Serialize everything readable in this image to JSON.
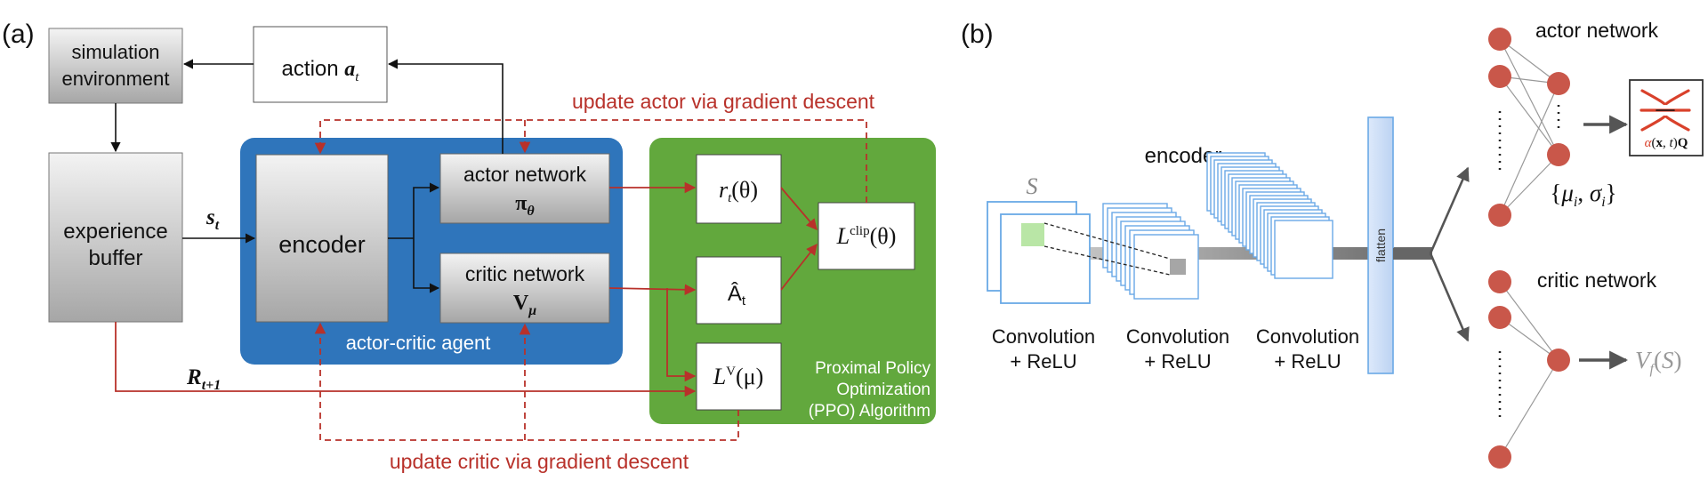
{
  "panel_a": {
    "label": "(a)",
    "sim_env": [
      "simulation",
      "environment"
    ],
    "action": {
      "word": "action",
      "symbol": "a",
      "sub": "t"
    },
    "experience": [
      "experience",
      "buffer"
    ],
    "encoder": "encoder",
    "actor": {
      "title": "actor network",
      "symbol": "π",
      "sub": "θ"
    },
    "critic": {
      "title": "critic network",
      "symbol": "V",
      "sub": "μ"
    },
    "agent_label": "actor-critic agent",
    "state": {
      "symbol": "s",
      "sub": "t"
    },
    "reward": {
      "symbol": "R",
      "sub": "t+1"
    },
    "ratio": {
      "symbol": "r",
      "sub": "t",
      "arg": "(θ)"
    },
    "advantage": {
      "symbol": "Â",
      "sub": "t"
    },
    "lclip": {
      "symbol": "L",
      "sup": "clip",
      "arg": "(θ)"
    },
    "lv": {
      "symbol": "L",
      "sup": "V",
      "arg": "(μ)"
    },
    "ppo": [
      "Proximal Policy",
      "Optimization",
      "(PPO) Algorithm"
    ],
    "update_actor": "update actor via gradient descent",
    "update_critic": "update critic via gradient descent"
  },
  "panel_b": {
    "label": "(b)",
    "encoder_title": "encoder",
    "input_label": "S",
    "conv_labels": [
      [
        "Convolution",
        "+ ReLU"
      ],
      [
        "Convolution",
        "+ ReLU"
      ],
      [
        "Convolution",
        "+ ReLU"
      ]
    ],
    "flatten": "flatten",
    "actor_title": "actor network",
    "critic_title": "critic network",
    "actor_params": "{μ_i, σ_i}",
    "action_formula": "α(x, t)Q",
    "value_output": "V_f(S)"
  },
  "colors": {
    "agent_blue": "#2f75bb",
    "ppo_green": "#62a83d",
    "arrow_red": "#b8312a",
    "node_red": "#c9574a",
    "conv_blue": "#6aa9e6",
    "flatten_fill": "#c8dcf5"
  }
}
